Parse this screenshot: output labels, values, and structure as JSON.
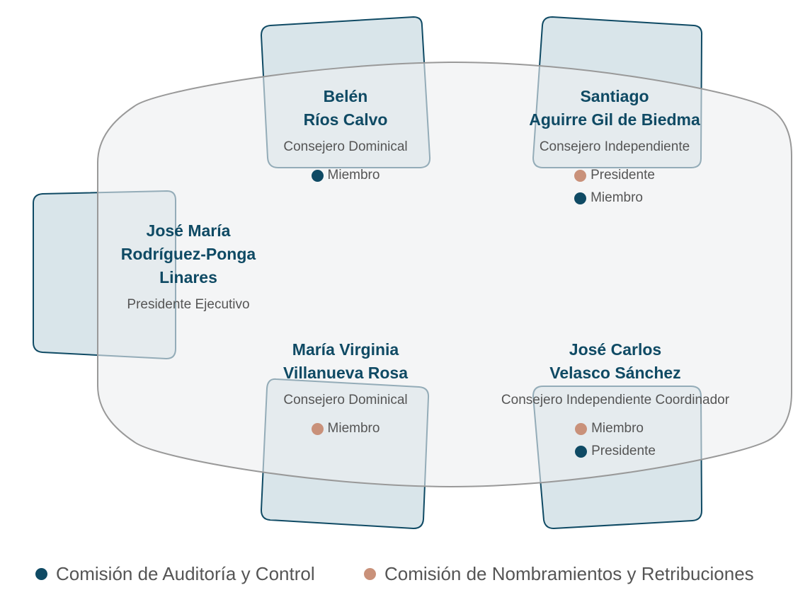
{
  "colors": {
    "audit": "#0f4a64",
    "nominations": "#c9917a",
    "chair_fill": "#d9e5ea",
    "chair_stroke": "#0f4a64",
    "table_fill": "rgba(236,239,240,0.6)",
    "table_stroke": "#999999"
  },
  "members": {
    "belen": {
      "name_line1": "Belén",
      "name_line2": "Ríos Calvo",
      "role": "Consejero Dominical",
      "committees": [
        {
          "committee": "audit",
          "label": "Miembro"
        }
      ]
    },
    "santiago": {
      "name_line1": "Santiago",
      "name_line2": "Aguirre Gil de Biedma",
      "role": "Consejero Independiente",
      "committees": [
        {
          "committee": "nominations",
          "label": "Presidente"
        },
        {
          "committee": "audit",
          "label": "Miembro"
        }
      ]
    },
    "josemaria": {
      "name_line1": "José María",
      "name_line2": "Rodríguez-Ponga",
      "name_line3": "Linares",
      "role": "Presidente Ejecutivo"
    },
    "mariavirginia": {
      "name_line1": "María Virginia",
      "name_line2": "Villanueva Rosa",
      "role": "Consejero Dominical",
      "committees": [
        {
          "committee": "nominations",
          "label": "Miembro"
        }
      ]
    },
    "josecarlos": {
      "name_line1": "José Carlos",
      "name_line2": "Velasco Sánchez",
      "role": "Consejero Independiente Coordinador",
      "committees": [
        {
          "committee": "nominations",
          "label": "Miembro"
        },
        {
          "committee": "audit",
          "label": "Presidente"
        }
      ]
    }
  },
  "legend": {
    "audit": "Comisión de Auditoría y Control",
    "nominations": "Comisión de Nombramientos y Retribuciones"
  }
}
